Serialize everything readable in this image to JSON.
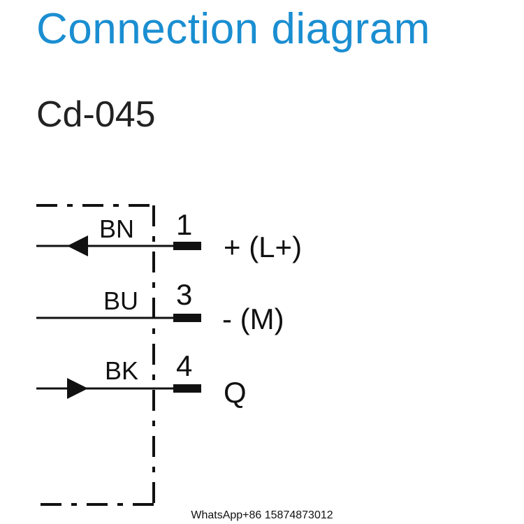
{
  "header": {
    "title": "Connection diagram",
    "model_code": "Cd-045"
  },
  "diagram": {
    "wires": [
      {
        "color_code": "BN",
        "pin": "1",
        "signal": "+ (L+)",
        "arrow": "in"
      },
      {
        "color_code": "BU",
        "pin": "3",
        "signal": "- (M)",
        "arrow": "none"
      },
      {
        "color_code": "BK",
        "pin": "4",
        "signal": "Q",
        "arrow": "out"
      }
    ]
  },
  "footer": {
    "watermark": "WhatsApp+86 15874873012"
  },
  "colors": {
    "title": "#1a8ed1",
    "ink": "#111111"
  }
}
